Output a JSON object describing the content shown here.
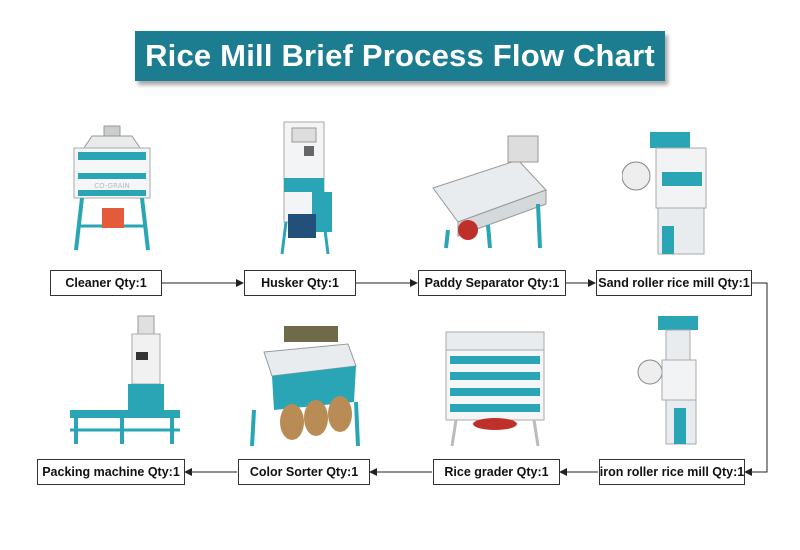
{
  "title": "Rice Mill Brief Process Flow Chart",
  "colors": {
    "title_bg": "#1b7d8f",
    "machine_teal": "#2aa5b5",
    "arrow": "#222222"
  },
  "watermark": "CO-GRAIN",
  "steps": [
    {
      "label": "Cleaner Qty:1",
      "icon": "cleaner-machine-icon"
    },
    {
      "label": "Husker Qty:1",
      "icon": "husker-machine-icon"
    },
    {
      "label": "Paddy Separator Qty:1",
      "icon": "paddy-separator-icon"
    },
    {
      "label": "Sand roller rice mill Qty:1",
      "icon": "sand-roller-mill-icon"
    },
    {
      "label": "iron roller rice mill Qty:1",
      "icon": "iron-roller-mill-icon"
    },
    {
      "label": "Rice grader Qty:1",
      "icon": "rice-grader-icon"
    },
    {
      "label": "Color Sorter Qty:1",
      "icon": "color-sorter-icon"
    },
    {
      "label": "Packing machine Qty:1",
      "icon": "packing-machine-icon"
    }
  ]
}
